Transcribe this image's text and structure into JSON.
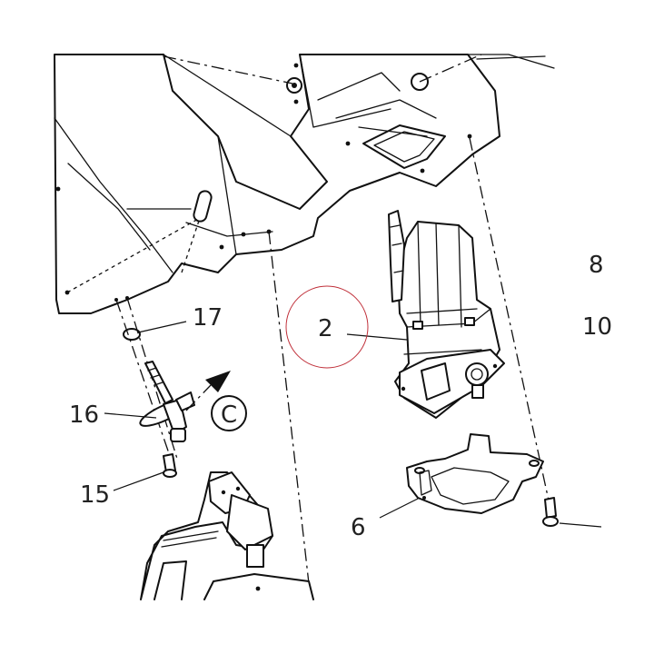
{
  "callouts": {
    "part_2": "2",
    "part_6": "6",
    "part_15": "15",
    "part_16": "16",
    "part_17": "17",
    "view_c": "C",
    "edge_8": "8",
    "edge_10": "10"
  },
  "colors": {
    "line": "#111111",
    "highlight_circle": "#c0303a",
    "background": "#ffffff"
  }
}
